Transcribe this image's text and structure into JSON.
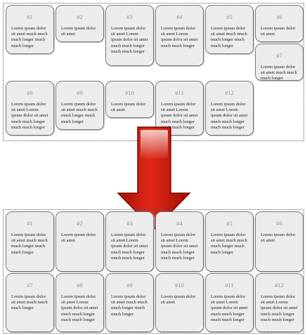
{
  "top_cards": [
    {
      "num": "#1",
      "text": "Lorem ipsum dolor sit amet much much much longer much much longer"
    },
    {
      "num": "#2",
      "text": "Lorem ipsum dolor sit amet"
    },
    {
      "num": "#3",
      "text": "Lorem ipsum dolor sit amet Lorem ipsum dolor sit amet much much longer much much longer"
    },
    {
      "num": "#4",
      "text": "Lorem ipsum dolor sit amet Lorem ipsum dolor sit amet much much longer"
    },
    {
      "num": "#5",
      "text": "Lorem ipsum dolor sit amet much much much longer much much longer"
    },
    {
      "num": "#6",
      "text": "Lorem ipsum dolor sit amet"
    },
    {
      "num": "#7",
      "text": "Lorem ipsum dolor sit amet much much much longer"
    },
    {
      "num": "#8",
      "text": "Lorem ipsum dolor sit amet Lorem ipsum dolor sit amet much much longer much much longer"
    },
    {
      "num": "#9",
      "text": "Lorem ipsum dolor sit amet much much much longer much much longer"
    },
    {
      "num": "#10",
      "text": "Lorem ipsum dolor sit amet"
    },
    {
      "num": "#11",
      "text": "Lorem ipsum dolor sit amet Lorem ipsum dolor sit amet much much longer much much longer"
    },
    {
      "num": "#12",
      "text": "Lorem ipsum dolor sit amet Lorem ipsum dolor sit amet much much longer much much longer"
    }
  ],
  "bottom_cards": [
    {
      "num": "#1",
      "text": "Lorem ipsum dolor sit amet much much much longer much much longer"
    },
    {
      "num": "#2",
      "text": "Lorem ipsum dolor sit amet"
    },
    {
      "num": "#3",
      "text": "Lorem ipsum dolor sit amet Lorem ipsum dolor sit amet much much longer much much longer"
    },
    {
      "num": "#4",
      "text": "Lorem ipsum dolor sit amet Lorem ipsum dolor sit amet much much longer much much longer"
    },
    {
      "num": "#5",
      "text": "Lorem ipsum dolor sit amet much much much longer much much longer"
    },
    {
      "num": "#6",
      "text": "Lorem ipsum dolor sit amet"
    },
    {
      "num": "#7",
      "text": "Lorem ipsum dolor sit amet much much much longer"
    },
    {
      "num": "#8",
      "text": "Lorem ipsum dolor sit amet Lorem ipsum dolor sit amet much much longer much much longer"
    },
    {
      "num": "#9",
      "text": "Lorem ipsum dolor sit amet much much much longer much much longer"
    },
    {
      "num": "#10",
      "text": "Lorem ipsum dolor sit amet"
    },
    {
      "num": "#11",
      "text": "Lorem ipsum dolor sit amet Lorem ipsum dolor sit amet much much longer much much longer"
    },
    {
      "num": "#12",
      "text": "Lorem ipsum dolor sit amet Lorem ipsum dolor sit amet much much longer much much longer"
    }
  ],
  "colors": {
    "arrow_fill": "#cc1a0c",
    "arrow_dark": "#8e0c04",
    "card_bg": "#ececec",
    "card_border": "#7a7a7a"
  },
  "icons": {
    "arrow": "down-arrow-icon",
    "corner": "folded-corner-icon"
  }
}
